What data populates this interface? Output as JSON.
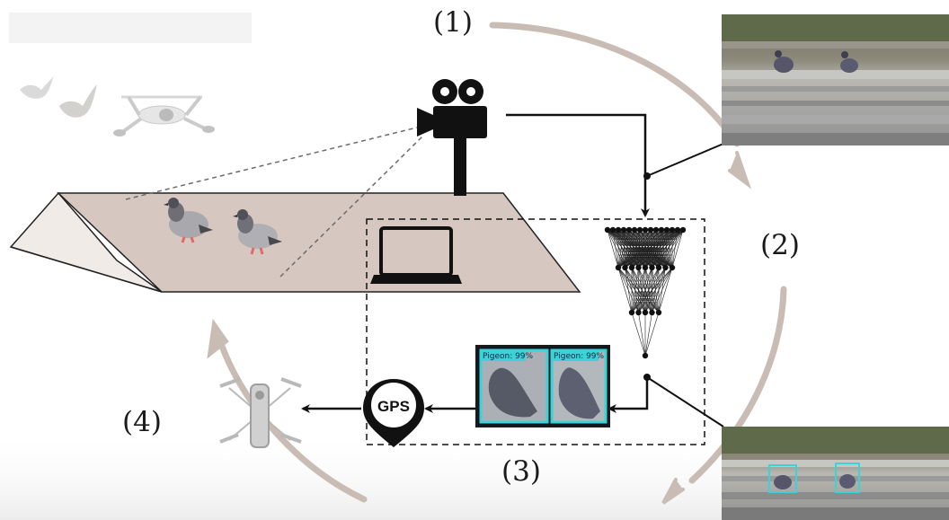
{
  "steps": {
    "capture": "(1)",
    "detect": "(2)",
    "locate": "(3)",
    "deter": "(4)"
  },
  "detections": {
    "left_label": "Pigeon: 99%",
    "right_label": "Pigeon: 99%"
  },
  "gps": {
    "label": "GPS"
  },
  "colors": {
    "detection_box": "#39d4d8",
    "flow_arrow": "#c9bcb4",
    "roof": "#d6c8c0",
    "panel_border": "#1a1a1a"
  },
  "icons": [
    "video-camera-icon",
    "laptop-icon",
    "neural-network-icon",
    "gps-pin-icon",
    "drone-icon",
    "pigeon-icon"
  ]
}
